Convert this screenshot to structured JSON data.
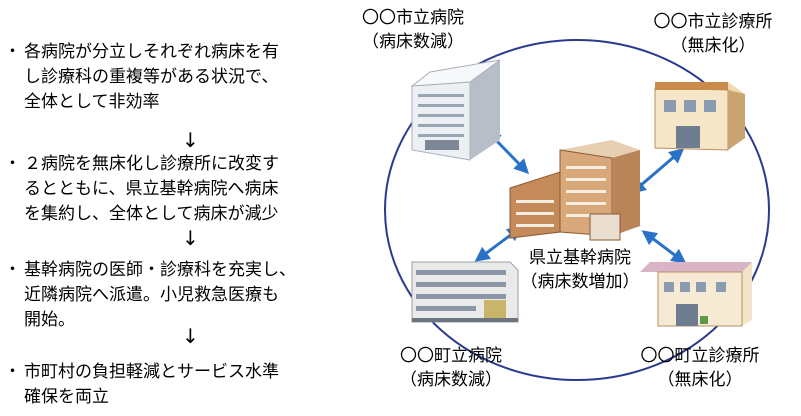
{
  "bullets": [
    {
      "mark": "・",
      "lines": [
        "各病院が分立しそれぞれ病床を有",
        "し診療科の重複等がある状況で、",
        "全体として非効率"
      ]
    },
    {
      "mark": "・",
      "lines": [
        "２病院を無床化し診療所に改変す",
        "るとともに、県立基幹病院へ病床",
        "を集約し、全体として病床が減少"
      ]
    },
    {
      "mark": "・",
      "lines": [
        "基幹病院の医師・診療科を充実し、",
        "近隣病院へ派遣。小児救急医療も",
        "開始。"
      ]
    },
    {
      "mark": "・",
      "lines": [
        "市町村の負担軽減とサービス水準",
        "確保を両立"
      ]
    }
  ],
  "flow_arrow": "↓",
  "nodes": {
    "city_hospital": {
      "name": "〇〇市立病院",
      "note": "（病床数減）"
    },
    "city_clinic": {
      "name": "〇〇市立診療所",
      "note": "（無床化）"
    },
    "core_hospital": {
      "name": "県立基幹病院",
      "note": "（病床数増加）"
    },
    "town_hospital": {
      "name": "〇〇町立病院",
      "note": "（病床数減）"
    },
    "town_clinic": {
      "name": "〇〇町立診療所",
      "note": "（無床化）"
    }
  },
  "colors": {
    "circle": "#2b3a8f",
    "arrow": "#2a72c8"
  }
}
